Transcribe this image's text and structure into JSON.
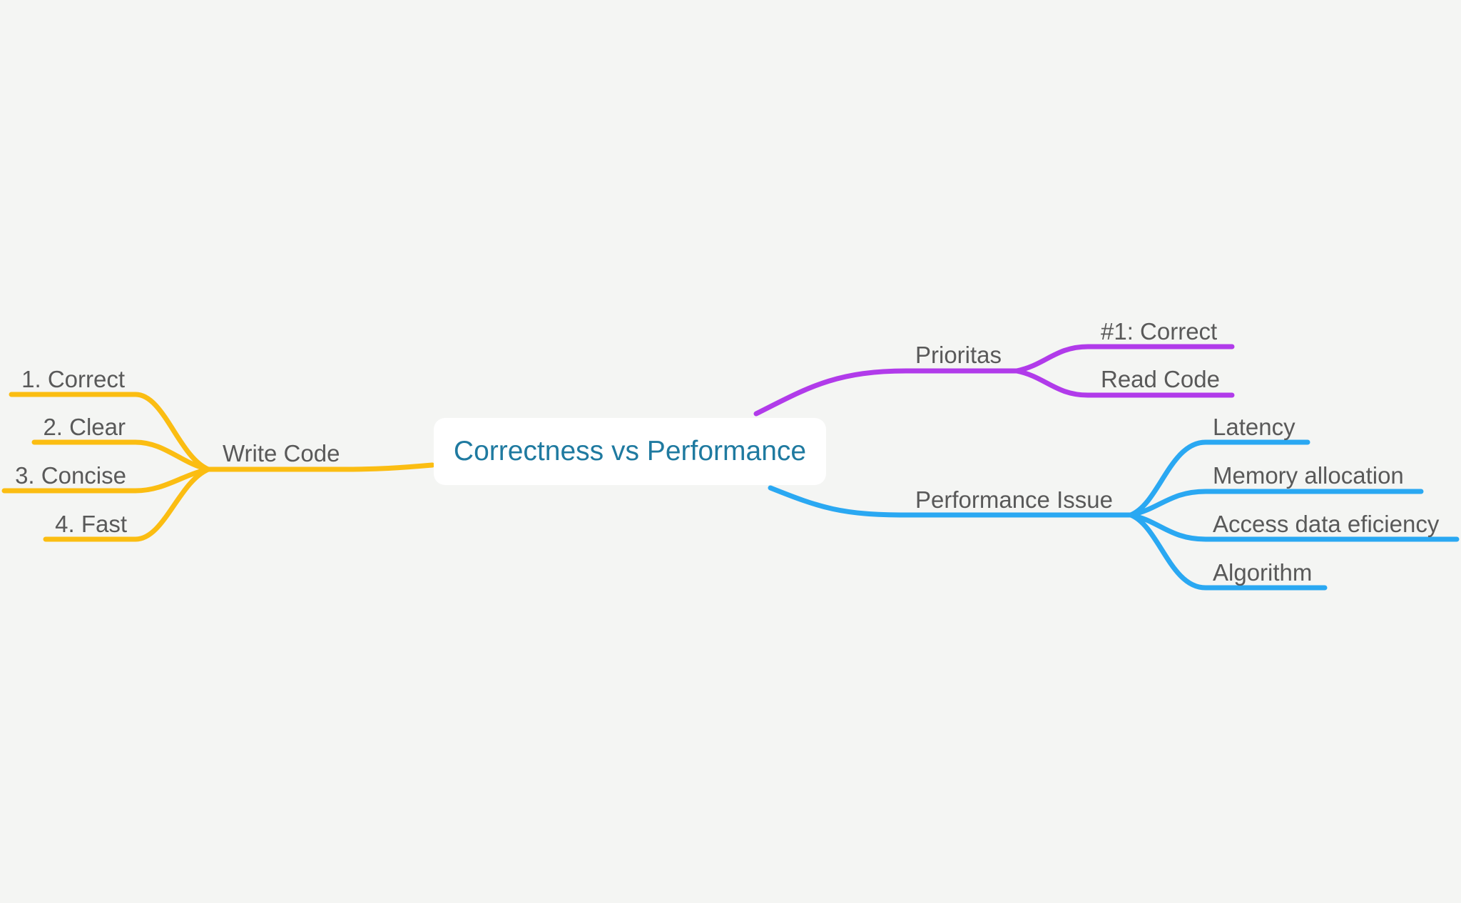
{
  "colors": {
    "background": "#f4f5f3",
    "root_text": "#1f7aa0",
    "topic_text": "#595959",
    "write_code_branch": "#fbbd12",
    "prioritas_branch": "#b13bea",
    "performance_branch": "#2aa8f2"
  },
  "root": {
    "label": "Correctness vs Performance"
  },
  "write_code": {
    "label": "Write Code",
    "children": [
      "1. Correct",
      "2. Clear",
      "3. Concise",
      "4. Fast"
    ]
  },
  "prioritas": {
    "label": "Prioritas",
    "children": [
      "#1: Correct",
      "Read Code"
    ]
  },
  "performance_issue": {
    "label": "Performance Issue",
    "children": [
      "Latency",
      "Memory allocation",
      "Access data eficiency",
      "Algorithm"
    ]
  }
}
